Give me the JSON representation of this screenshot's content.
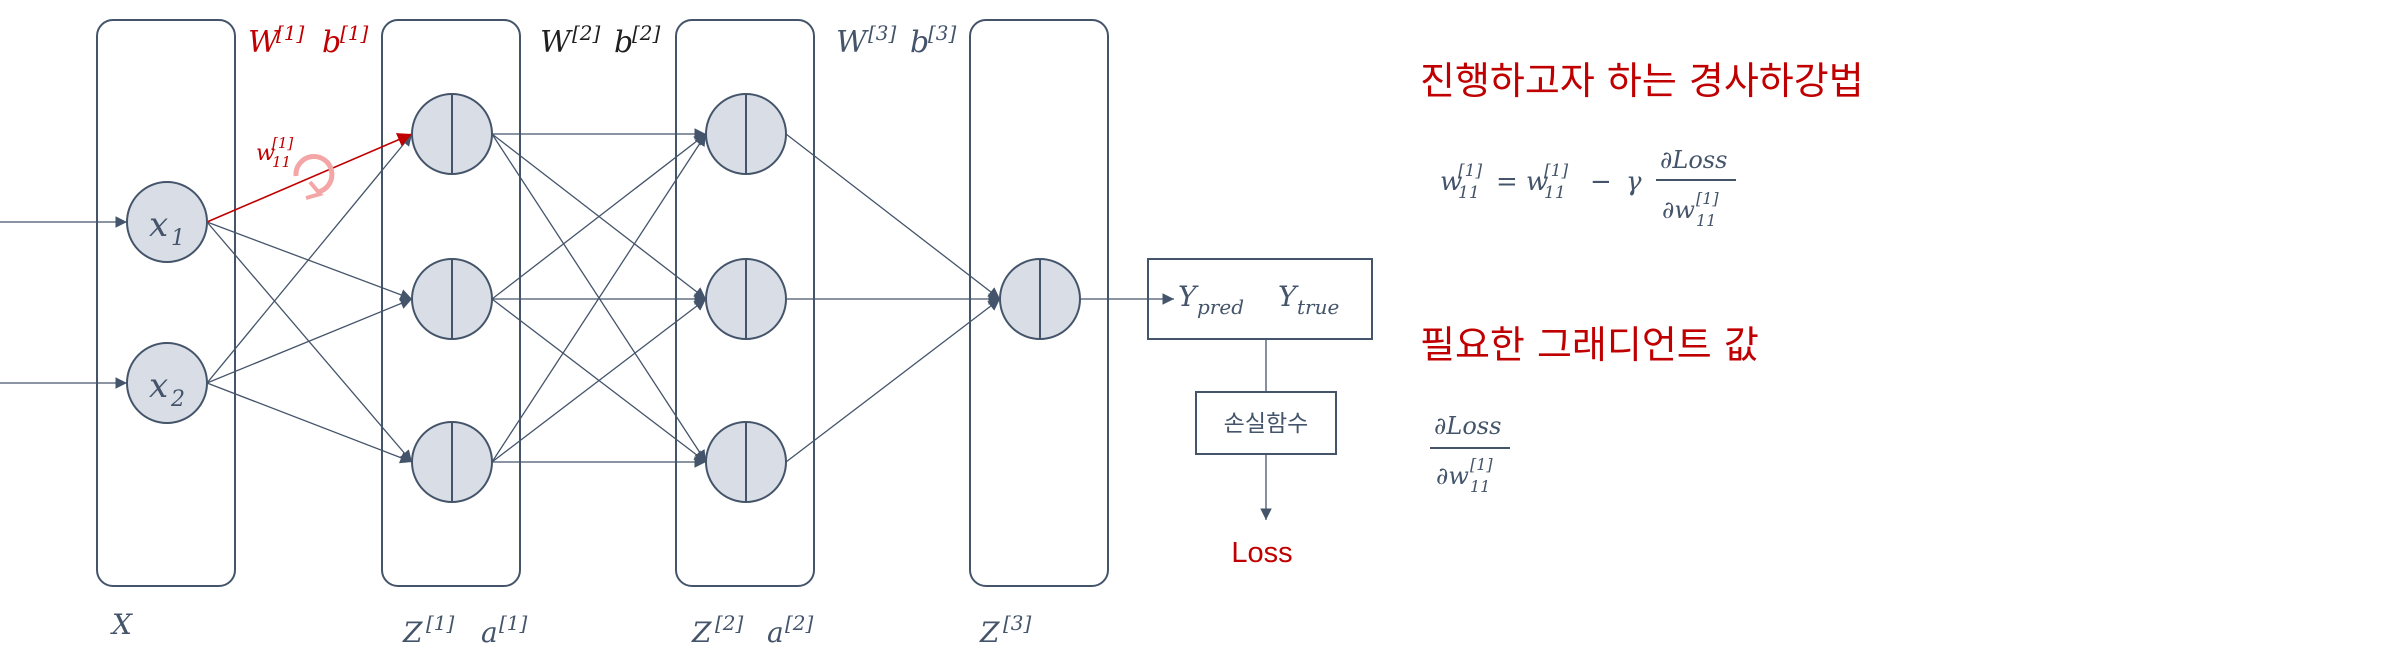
{
  "colors": {
    "red": "#c00000",
    "slate": "#44546a",
    "node_fill": "#d9dee6",
    "light_red": "#f4a6a6"
  },
  "layers": {
    "input_label": "X",
    "hidden1_label": {
      "z": "Z",
      "z_sup": "[1]",
      "a": "a",
      "a_sup": "[1]"
    },
    "hidden2_label": {
      "z": "Z",
      "z_sup": "[2]",
      "a": "a",
      "a_sup": "[2]"
    },
    "output_label": {
      "z": "Z",
      "z_sup": "[3]"
    }
  },
  "weights": {
    "w1": {
      "W": "W",
      "W_sup": "[1]",
      "b": "b",
      "b_sup": "[1]"
    },
    "w2": {
      "W": "W",
      "W_sup": "[2]",
      "b": "b",
      "b_sup": "[2]"
    },
    "w3": {
      "W": "W",
      "W_sup": "[3]",
      "b": "b",
      "b_sup": "[3]"
    },
    "highlight": {
      "w": "w",
      "sub": "11",
      "sup": "[1]"
    }
  },
  "inputs": [
    {
      "x": "x",
      "sub": "1"
    },
    {
      "x": "x",
      "sub": "2"
    }
  ],
  "prediction_box": {
    "pred": "Y",
    "pred_sub": "pred",
    "true": "Y",
    "true_sub": "true"
  },
  "loss_box": {
    "label": "손실함수"
  },
  "loss_output": "Loss",
  "right_panel": {
    "heading1": "진행하고자 하는 경사하강법",
    "formula": {
      "w": "w",
      "sub": "11",
      "sup": "[1]",
      "eq": "=",
      "minus": "−",
      "gamma": "γ",
      "num": "∂Loss",
      "den": "∂w"
    },
    "heading2": "필요한 그래디언트 값",
    "gradient": {
      "num": "∂Loss",
      "den": "∂w",
      "sub": "11",
      "sup": "[1]"
    }
  }
}
